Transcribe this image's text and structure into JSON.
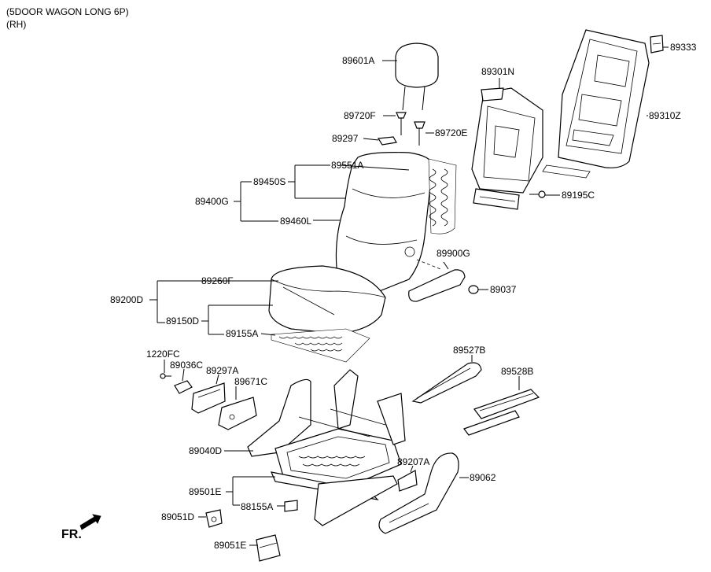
{
  "header": {
    "model": "(5DOOR WAGON LONG 6P)",
    "side": "(RH)"
  },
  "direction_label": "FR.",
  "parts": {
    "p89601A": "89601A",
    "p89720F": "89720F",
    "p89720E": "89720E",
    "p89297": "89297",
    "p89551A": "89551A",
    "p89450S": "89450S",
    "p89400G": "89400G",
    "p89460L": "89460L",
    "p89301N": "89301N",
    "p89333": "89333",
    "p89310Z": "89310Z",
    "p89195C": "89195C",
    "p89900G": "89900G",
    "p89037": "89037",
    "p89260F": "89260F",
    "p89200D": "89200D",
    "p89150D": "89150D",
    "p89155A": "89155A",
    "p1220FC": "1220FC",
    "p89036C": "89036C",
    "p89297A": "89297A",
    "p89671C": "89671C",
    "p89527B": "89527B",
    "p89528B": "89528B",
    "p89040D": "89040D",
    "p89207A": "89207A",
    "p89062": "89062",
    "p89501E": "89501E",
    "p88155A": "88155A",
    "p89051D": "89051D",
    "p89051E": "89051E"
  }
}
